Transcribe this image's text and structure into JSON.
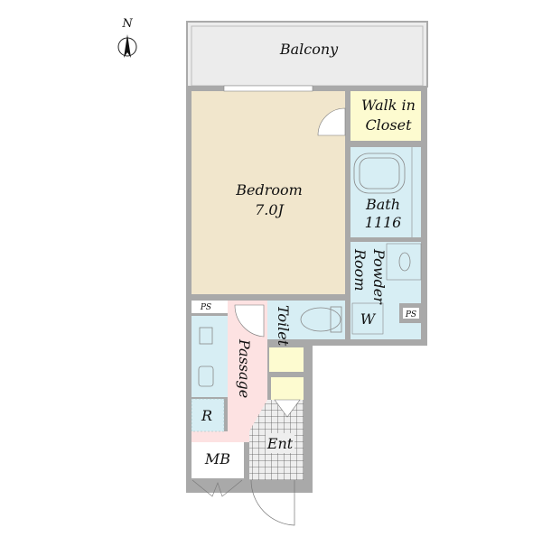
{
  "compass": {
    "label": "N"
  },
  "rooms": {
    "balcony": "Balcony",
    "bedroom": "Bedroom",
    "bedroom_size": "7.0J",
    "walk_in_closet_line1": "Walk in",
    "walk_in_closet_line2": "Closet",
    "bath": "Bath",
    "bath_size": "1116",
    "powder_room_line1": "Powder",
    "powder_room_line2": "Room",
    "washer": "W",
    "ps_right": "PS",
    "ps_left": "PS",
    "toilet": "Toilet",
    "passage": "Passage",
    "refrigerator": "R",
    "entrance": "Ent",
    "meter_box": "MB"
  },
  "colors": {
    "wall": "#a9a9a9",
    "bedroom": "#f1e6cc",
    "closet": "#fdfbd0",
    "wet": "#d7eef4",
    "passage": "#fde2e2",
    "balcony": "#ececec"
  }
}
